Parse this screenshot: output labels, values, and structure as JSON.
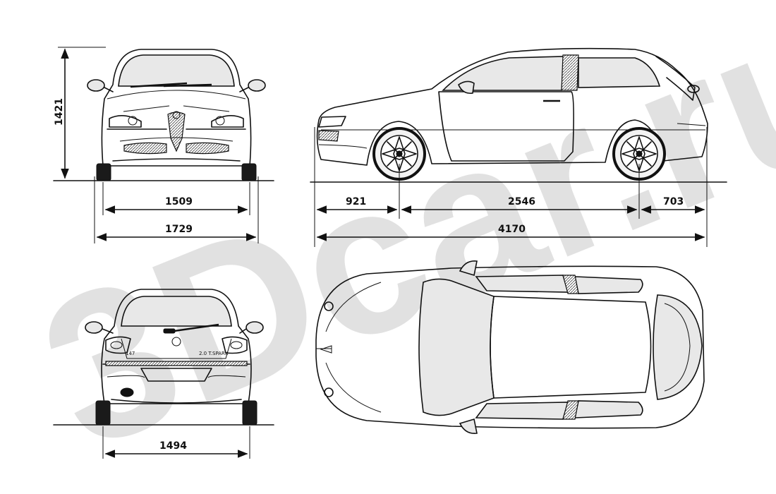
{
  "watermark": {
    "text": "3Dcar.ru",
    "color": "#c9c9c9"
  },
  "views": {
    "front": {
      "height": "1421",
      "track": "1509",
      "width": "1729"
    },
    "side": {
      "front_overhang": "921",
      "wheelbase": "2546",
      "rear_overhang": "703",
      "length": "4170"
    },
    "rear": {
      "track": "1494",
      "badge_left": "147",
      "badge_right": "2.0 T.SPARK"
    }
  },
  "icons": [
    "dimension-arrow-icon",
    "alfa-romeo-badge-icon"
  ]
}
